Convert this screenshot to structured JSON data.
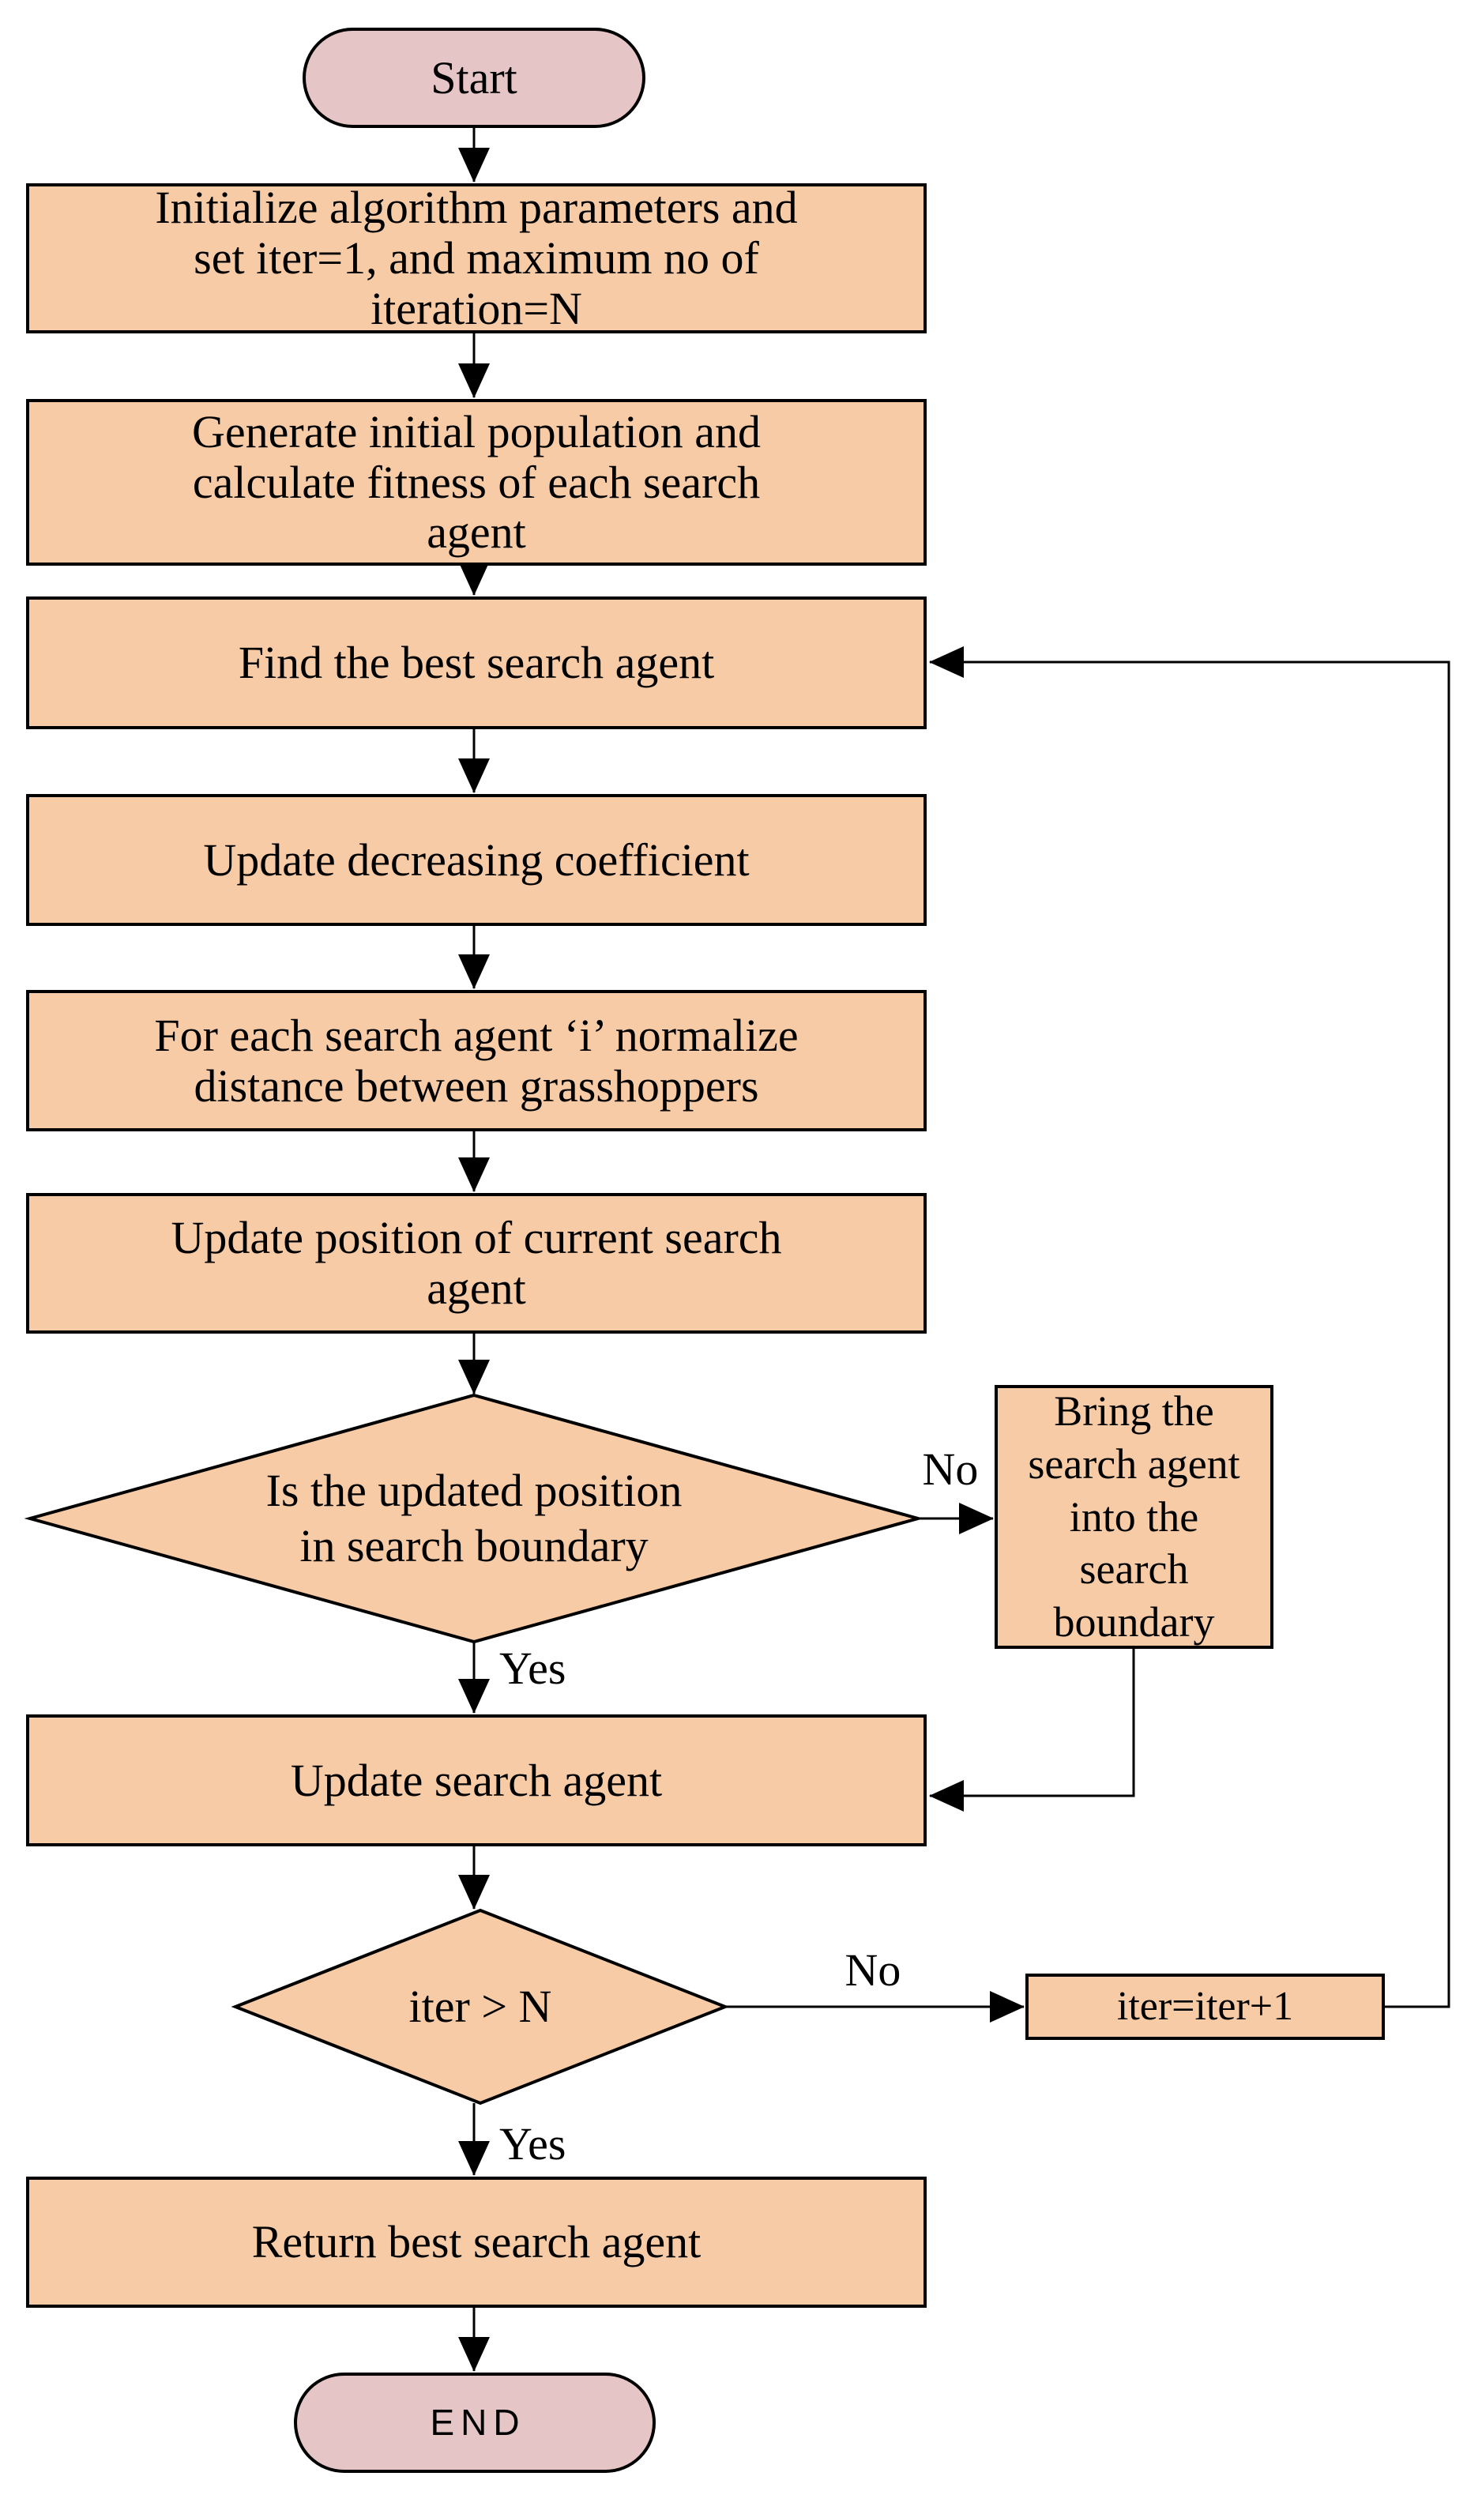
{
  "colors": {
    "process_fill": "#F7CBA5",
    "terminal_fill": "#E6C5C6",
    "stroke": "#000000",
    "background": "#FFFFFF"
  },
  "nodes": {
    "start": {
      "label": "Start"
    },
    "initialize": {
      "label": [
        "Initialize algorithm parameters and",
        "set iter=1, and maximum no of",
        "iteration=N"
      ]
    },
    "generate": {
      "label": [
        "Generate initial population and",
        "calculate fitness of each search",
        "agent"
      ]
    },
    "find_best": {
      "label": "Find the best search agent"
    },
    "update_coefficient": {
      "label": "Update decreasing coefficient"
    },
    "normalize": {
      "label": [
        "For each search agent ‘i’ normalize",
        "distance between grasshoppers"
      ]
    },
    "update_position": {
      "label": [
        "Update position of current search",
        "agent"
      ]
    },
    "boundary_decision": {
      "label": [
        "Is the updated position",
        "in search boundary"
      ]
    },
    "bring_back": {
      "label": [
        "Bring the",
        "search agent",
        "into the",
        "search",
        "boundary"
      ]
    },
    "update_agent": {
      "label": "Update search agent"
    },
    "iteration_decision": {
      "label": "iter > N"
    },
    "increment": {
      "label": "iter=iter+1"
    },
    "return_best": {
      "label": "Return best search agent"
    },
    "end": {
      "label": "END"
    }
  },
  "edge_labels": {
    "boundary_no": "No",
    "boundary_yes": "Yes",
    "iteration_no": "No",
    "iteration_yes": "Yes"
  }
}
